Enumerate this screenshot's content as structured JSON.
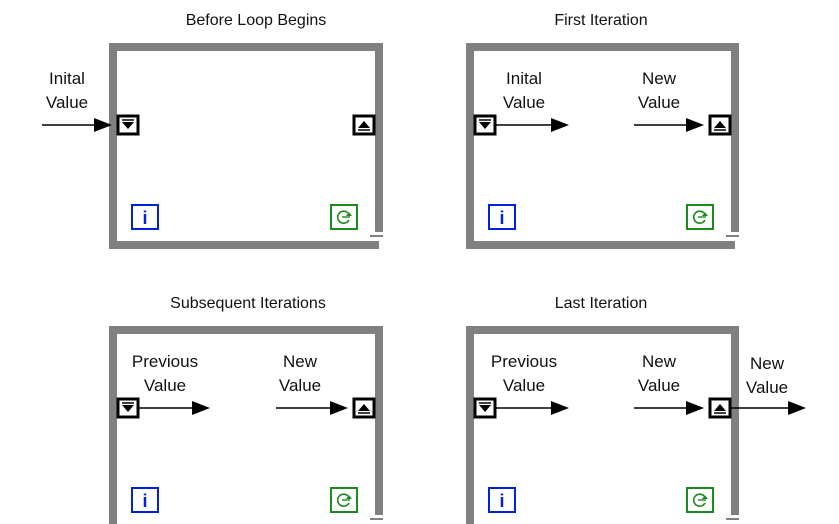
{
  "panels": [
    {
      "title": "Before Loop Begins",
      "labels": [
        {
          "line1": "Inital",
          "line2": "Value"
        }
      ]
    },
    {
      "title": "First Iteration",
      "labels": [
        {
          "line1": "Inital",
          "line2": "Value"
        },
        {
          "line1": "New",
          "line2": "Value"
        }
      ]
    },
    {
      "title": "Subsequent Iterations",
      "labels": [
        {
          "line1": "Previous",
          "line2": "Value"
        },
        {
          "line1": "New",
          "line2": "Value"
        }
      ]
    },
    {
      "title": "Last Iteration",
      "labels": [
        {
          "line1": "Previous",
          "line2": "Value"
        },
        {
          "line1": "New",
          "line2": "Value"
        },
        {
          "line1": "New",
          "line2": "Value"
        }
      ]
    }
  ],
  "iteration_terminal_text": "i",
  "colors": {
    "loop_border": "#808080",
    "iteration_terminal": "#0022dd",
    "condition_terminal": "#1a8a1a",
    "shift_register": "#000000",
    "wire": "#000000"
  }
}
